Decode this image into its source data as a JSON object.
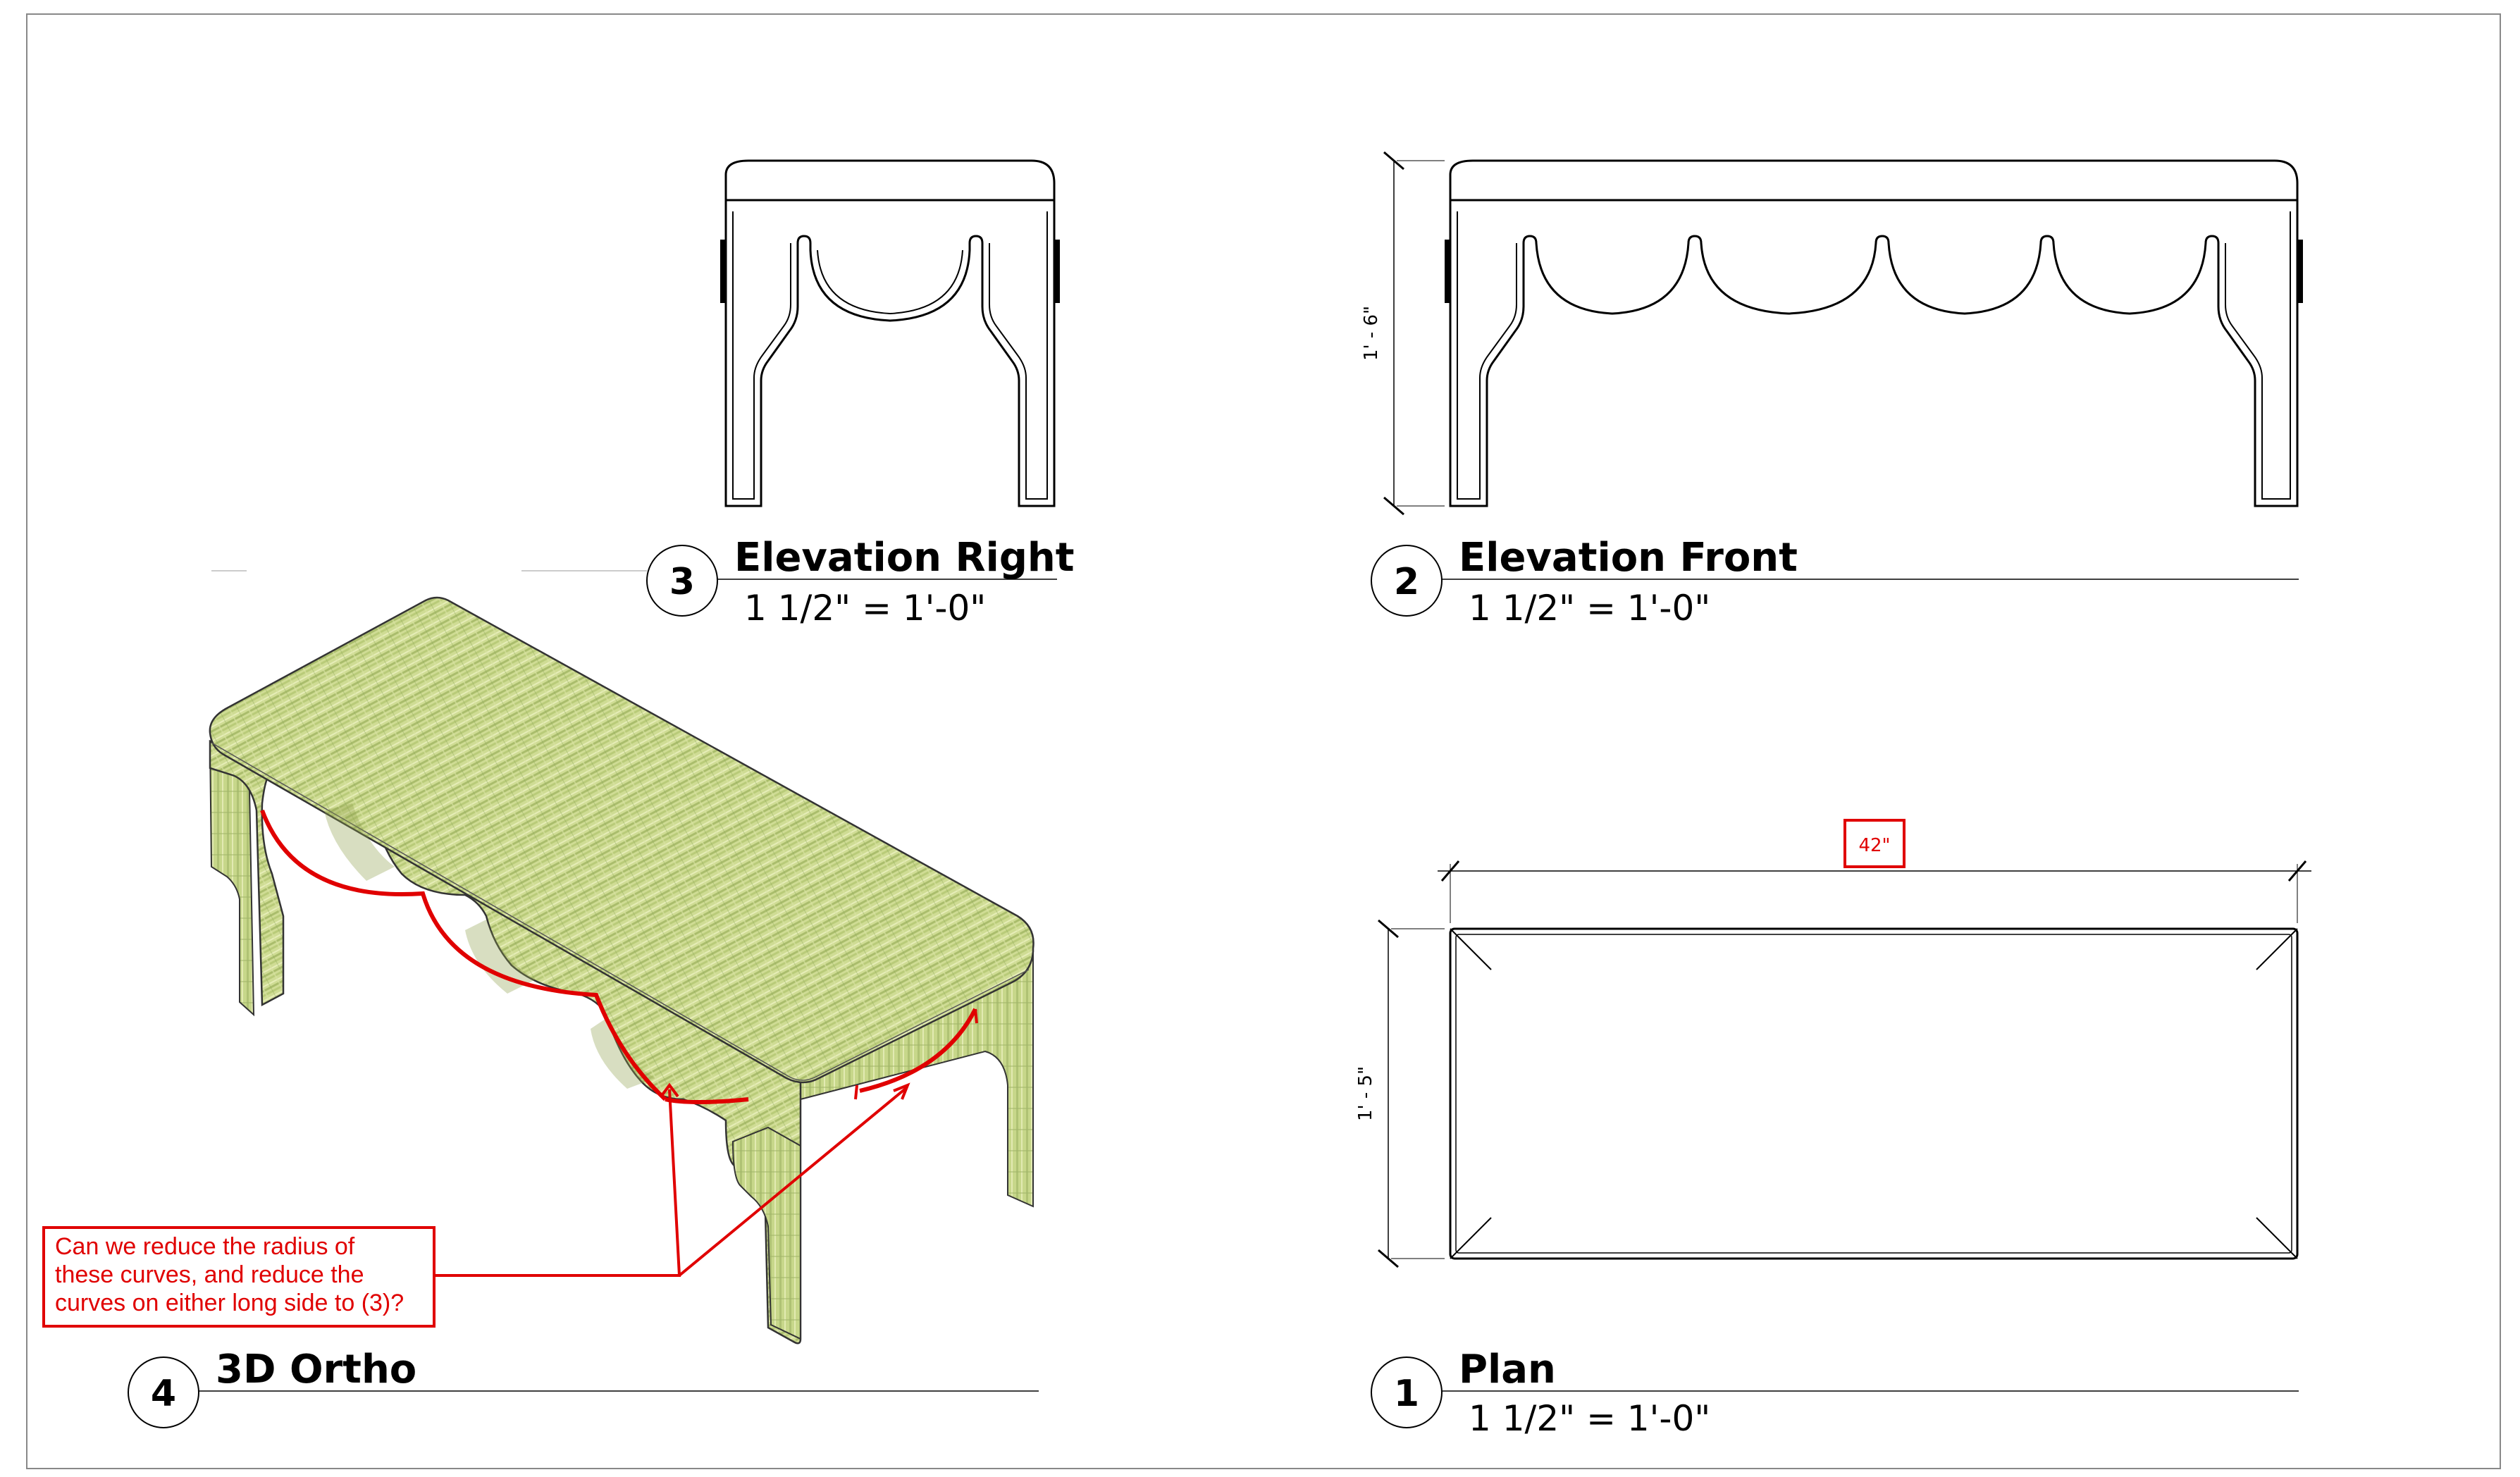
{
  "views": [
    {
      "number": "3",
      "title": "Elevation Right",
      "scale": "1 1/2\" = 1'-0\""
    },
    {
      "number": "2",
      "title": "Elevation Front",
      "scale": "1 1/2\" = 1'-0\""
    },
    {
      "number": "4",
      "title": "3D Ortho",
      "scale": ""
    },
    {
      "number": "1",
      "title": "Plan",
      "scale": "1 1/2\" = 1'-0\""
    }
  ],
  "dimensions": {
    "front_height": "1' - 6\"",
    "plan_width": "42\"",
    "plan_depth": "1' - 5\""
  },
  "markup": {
    "comment": [
      "Can we reduce the radius of",
      "these curves, and reduce the",
      "curves on either long side to (3)?"
    ],
    "color": "#e00000"
  },
  "fabric_color": "#c9d98a"
}
